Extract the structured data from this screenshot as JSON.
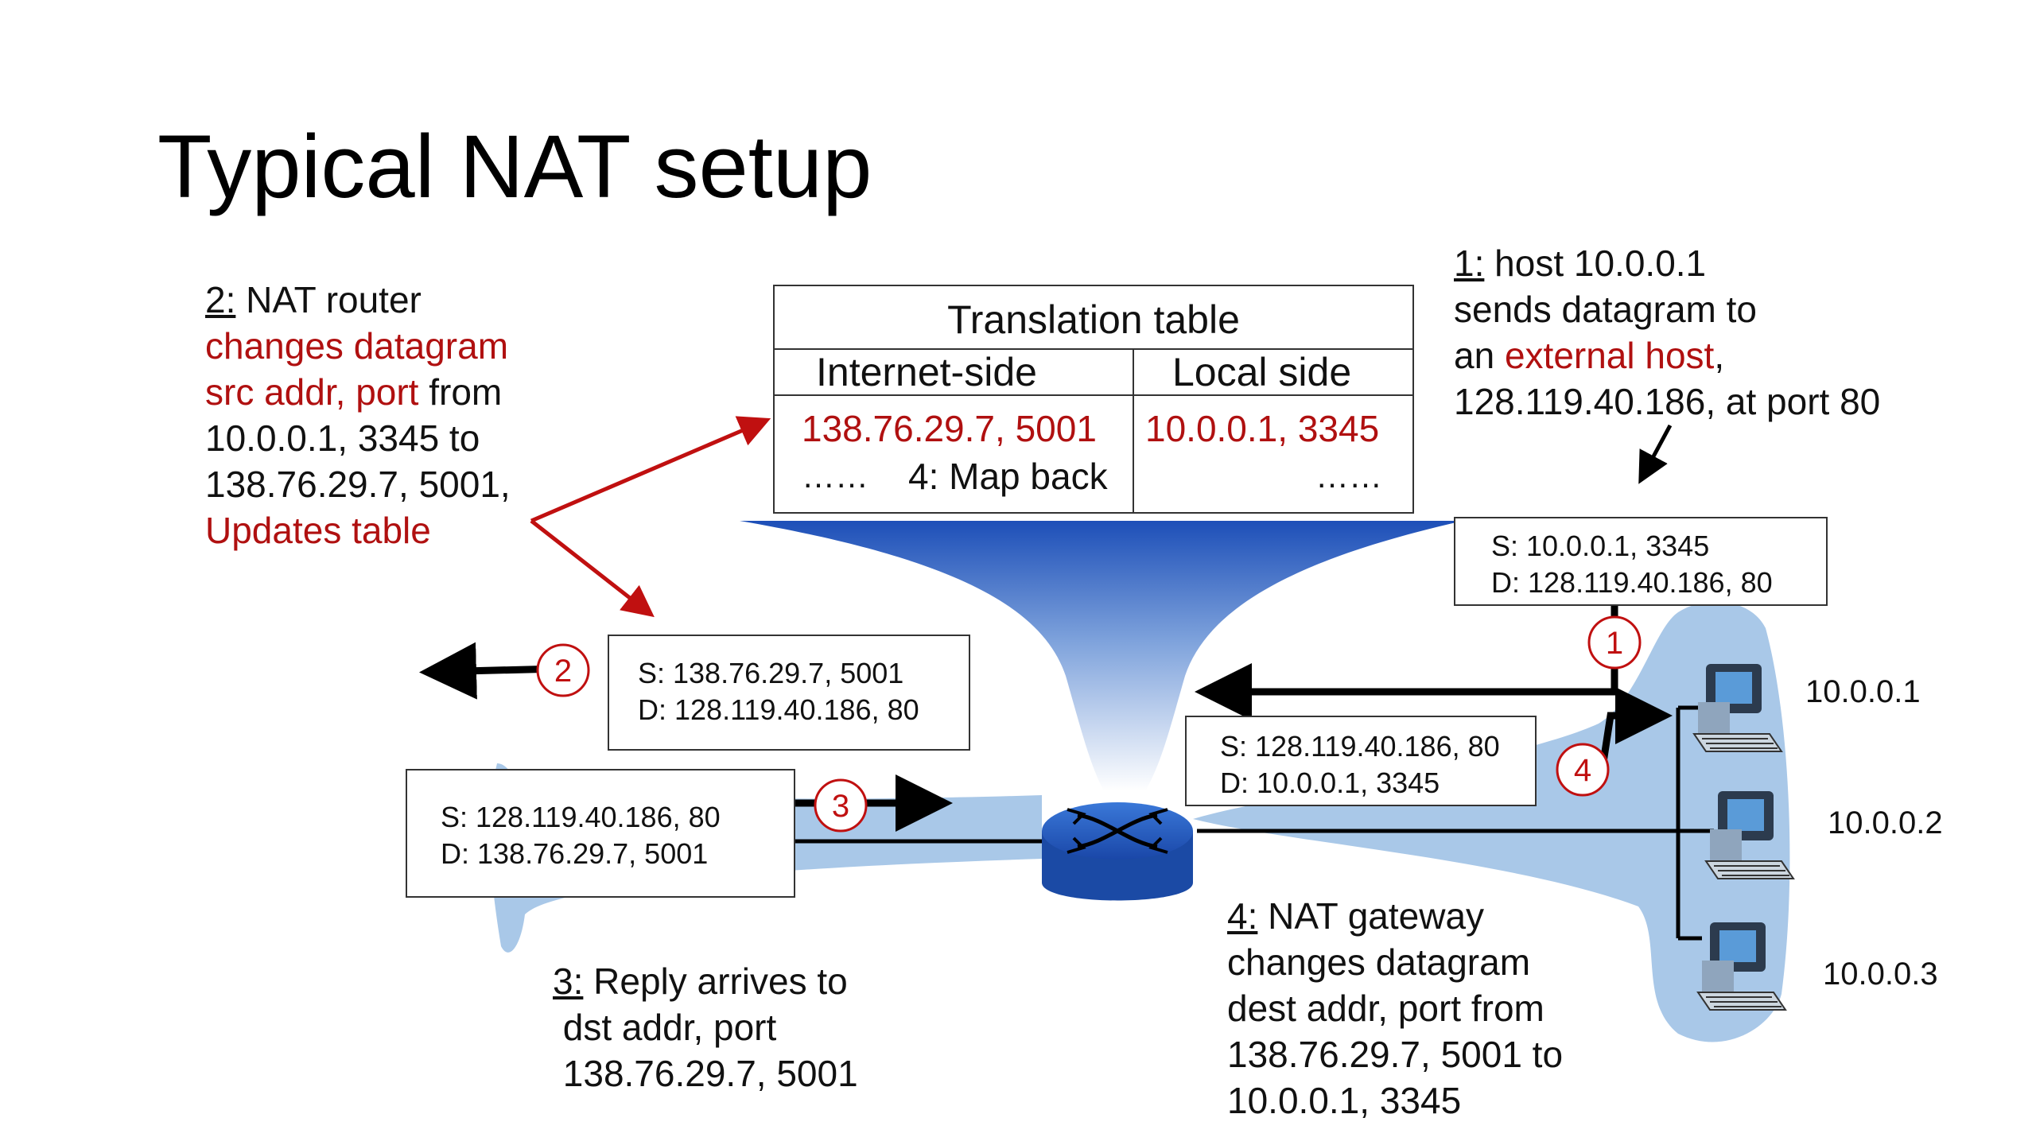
{
  "slide": {
    "title": "Typical NAT setup"
  },
  "table": {
    "title": "Translation table",
    "col_internet": "Internet-side",
    "col_local": "Local side",
    "row1_internet": "138.76.29.7, 5001",
    "row1_local": "10.0.0.1, 3345",
    "row2_dots_left": "……",
    "row2_map_back": "4: Map back",
    "row2_dots_right": "……"
  },
  "notes": {
    "n1": {
      "num": "1:",
      "l1": " host 10.0.0.1",
      "l2": "sends datagram to",
      "l3_pre": "an ",
      "l3_red": "external host",
      "l3_post": ",",
      "l4": "128.119.40.186, at port 80"
    },
    "n2": {
      "num": "2:",
      "l1": " NAT router",
      "l2_red": "changes datagram",
      "l3_red": "src addr, port",
      "l3_post": " from",
      "l4": "10.0.0.1, 3345 to",
      "l5": "138.76.29.7, 5001,",
      "l6_red": "Updates table"
    },
    "n3": {
      "num": "3:",
      "l1": " Reply arrives to",
      "l2": " dst addr, port",
      "l3": " 138.76.29.7, 5001"
    },
    "n4": {
      "num": "4:",
      "l1": " NAT gateway",
      "l2": "changes datagram",
      "l3": "dest addr, port from",
      "l4": "138.76.29.7, 5001 to",
      "l5": "10.0.0.1, 3345"
    }
  },
  "packets": {
    "p1": {
      "src": "S: 10.0.0.1, 3345",
      "dst": "D: 128.119.40.186, 80"
    },
    "p2": {
      "src": "S: 138.76.29.7, 5001",
      "dst": "D: 128.119.40.186, 80"
    },
    "p3": {
      "src": "S: 128.119.40.186, 80",
      "dst": "D: 138.76.29.7, 5001"
    },
    "p4": {
      "src": "S: 128.119.40.186, 80",
      "dst": "D: 10.0.0.1, 3345"
    }
  },
  "steps": [
    "1",
    "2",
    "3",
    "4"
  ],
  "hosts": [
    "10.0.0.1",
    "10.0.0.2",
    "10.0.0.3"
  ],
  "colors": {
    "accent_red": "#b01010",
    "lan_blue": "#aecbe8",
    "router_blue": "#1f4fb0",
    "funnel_blue": "#2a5fc0"
  }
}
